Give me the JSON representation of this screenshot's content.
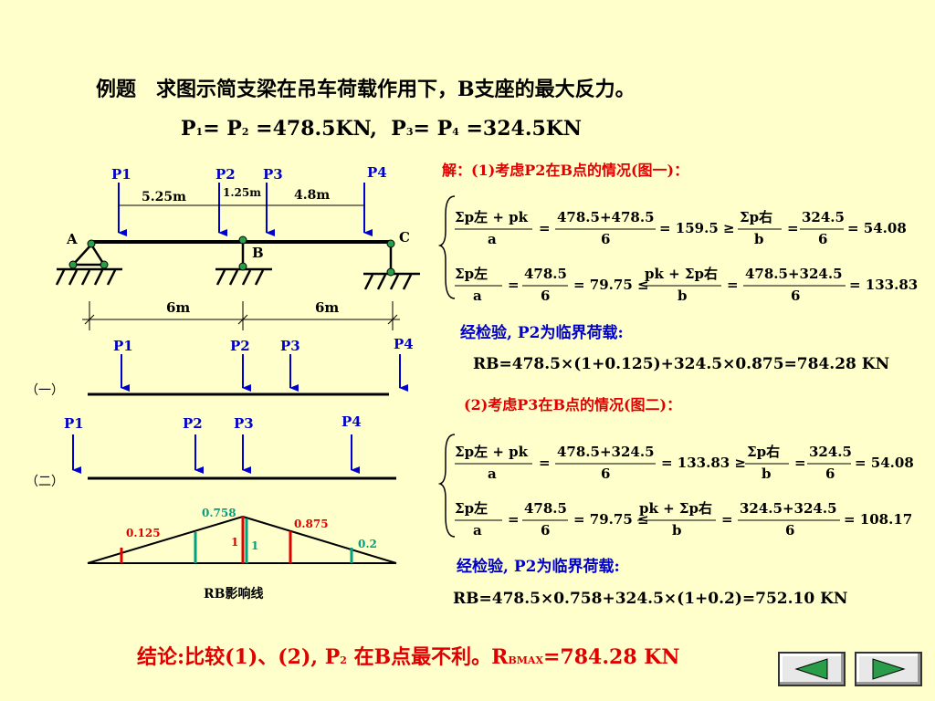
{
  "title": "例题　求图示简支梁在吊车荷载作用下，B支座的最大反力。",
  "loads": {
    "p1": "P",
    "s1": "1",
    "eq1": "= P",
    "s2": "2",
    "v1": " =478.5KN,",
    "p3": "P",
    "s3": "3",
    "eq2": "= P",
    "s4": "4",
    "v2": " =324.5KN"
  },
  "beam": {
    "p1": "P1",
    "p2": "P2",
    "p3": "P3",
    "p4": "P4",
    "d1": "5.25m",
    "d2": "1.25m",
    "d3": "4.8m",
    "a": "A",
    "b": "B",
    "c": "C",
    "s1": "6m",
    "s2": "6m"
  },
  "case1": {
    "label": "（一）",
    "p1": "P1",
    "p2": "P2",
    "p3": "P3",
    "p4": "P4"
  },
  "case2": {
    "label": "（二）",
    "p1": "P1",
    "p2": "P2",
    "p3": "P3",
    "p4": "P4"
  },
  "influence": {
    "v0125": "0.125",
    "v0758": "0.758",
    "v0875": "0.875",
    "v02": "0.2",
    "one_a": "1",
    "one_b": "1",
    "name": "RB影响线"
  },
  "solution1": {
    "header": "解：(1)考虑P2在B点的情况(图一)：",
    "eq1": [
      "Σp左 + pk",
      "a",
      "=",
      "478.5+478.5",
      "6",
      "= 159.5 ≥",
      "Σp右",
      "b",
      "=",
      "324.5",
      "6",
      "= 54.08"
    ],
    "eq2": [
      "Σp左",
      "a",
      "=",
      "478.5",
      "6",
      "= 79.75 ≤",
      "pk + Σp右",
      "b",
      "=",
      "478.5+324.5",
      "6",
      "= 133.83"
    ],
    "check": "经检验, P2为临界荷载:",
    "result": "RB=478.5×(1+0.125)+324.5×0.875=784.28 KN"
  },
  "solution2": {
    "header": "(2)考虑P3在B点的情况(图二)：",
    "eq1": [
      "Σp左 + pk",
      "a",
      "=",
      "478.5+324.5",
      "6",
      "= 133.83 ≥",
      "Σp右",
      "b",
      "=",
      "324.5",
      "6",
      "= 54.08"
    ],
    "eq2": [
      "Σp左",
      "a",
      "=",
      "478.5",
      "6",
      "= 79.75 ≤",
      "pk + Σp右",
      "b",
      "=",
      "324.5+324.5",
      "6",
      "= 108.17"
    ],
    "check": "经检验, P2为临界荷载:",
    "result": "RB=478.5×0.758+324.5×(1+0.2)=752.10 KN"
  },
  "conclusion": {
    "pre": "结论:比较(1)、(2),  P",
    "sub": "2",
    "mid": " 在B点最不利。R",
    "sub2": "BMAX",
    "post": "=784.28 KN"
  },
  "colors": {
    "background": "#FFFFCC",
    "red": "#E00000",
    "blue": "#0000CC",
    "green": "#00A080"
  }
}
